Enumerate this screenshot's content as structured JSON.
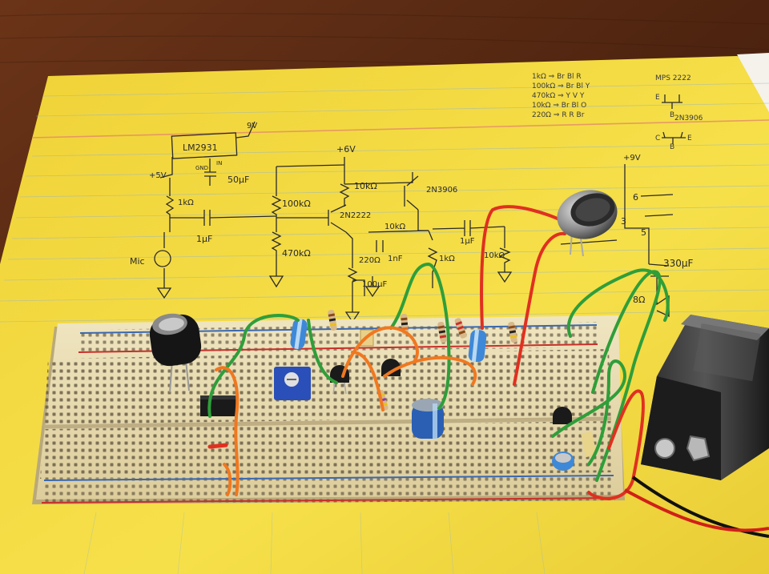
{
  "photo": {
    "subject": "",
    "colors": {
      "table": "#5a2a14",
      "paper": "#f4dc3c",
      "paper_line": "#7aa7c8",
      "margin_line": "#e38a6a",
      "ink": "#2a2a2a",
      "breadboard": "#ece0b8",
      "rail_red": "#c8302a",
      "rail_blue": "#3a68b0",
      "wire_green": "#2f9e3a",
      "wire_red": "#e03020",
      "wire_orange": "#f07820"
    }
  },
  "schematic": {
    "ic": "LM2931",
    "supply_9v_top": "9V",
    "pins": {
      "gnd": "GND",
      "in": "IN"
    },
    "plus5v": "+5V",
    "plus6v": "+6V",
    "plus9v": "+9V",
    "cap_50uf": "50μF",
    "r_1k": "1kΩ",
    "cap_1uf": "1μF",
    "mic": "Mic",
    "r_100k": "100kΩ",
    "r_470k": "470kΩ",
    "r_10k_a": "10kΩ",
    "q1": "2N2222",
    "q2": "2N3906",
    "r_10k_b": "10kΩ",
    "cap_1nf": "1nF",
    "r_220": "220Ω",
    "cap_100uf": "100μF",
    "r_1k_b": "1kΩ",
    "cap_1uf_b": "1μF",
    "pot_10k": "10kΩ",
    "amp_pins": {
      "p3": "3",
      "p6": "6",
      "p5": "5"
    },
    "cap_330uf": "330μF",
    "speaker": "8Ω"
  },
  "notes": {
    "color_code": [
      "1kΩ ⇒ Br Bl R",
      "100kΩ ⇒ Br Bl Y",
      "470kΩ ⇒ Y V Y",
      "10kΩ ⇒ Br Bl O",
      "220Ω ⇒ R R Br"
    ],
    "pinout_a": "MPS 2222",
    "pinout_b": "2N3906",
    "pin_labels": {
      "e": "E",
      "b": "B",
      "c": "C"
    }
  }
}
